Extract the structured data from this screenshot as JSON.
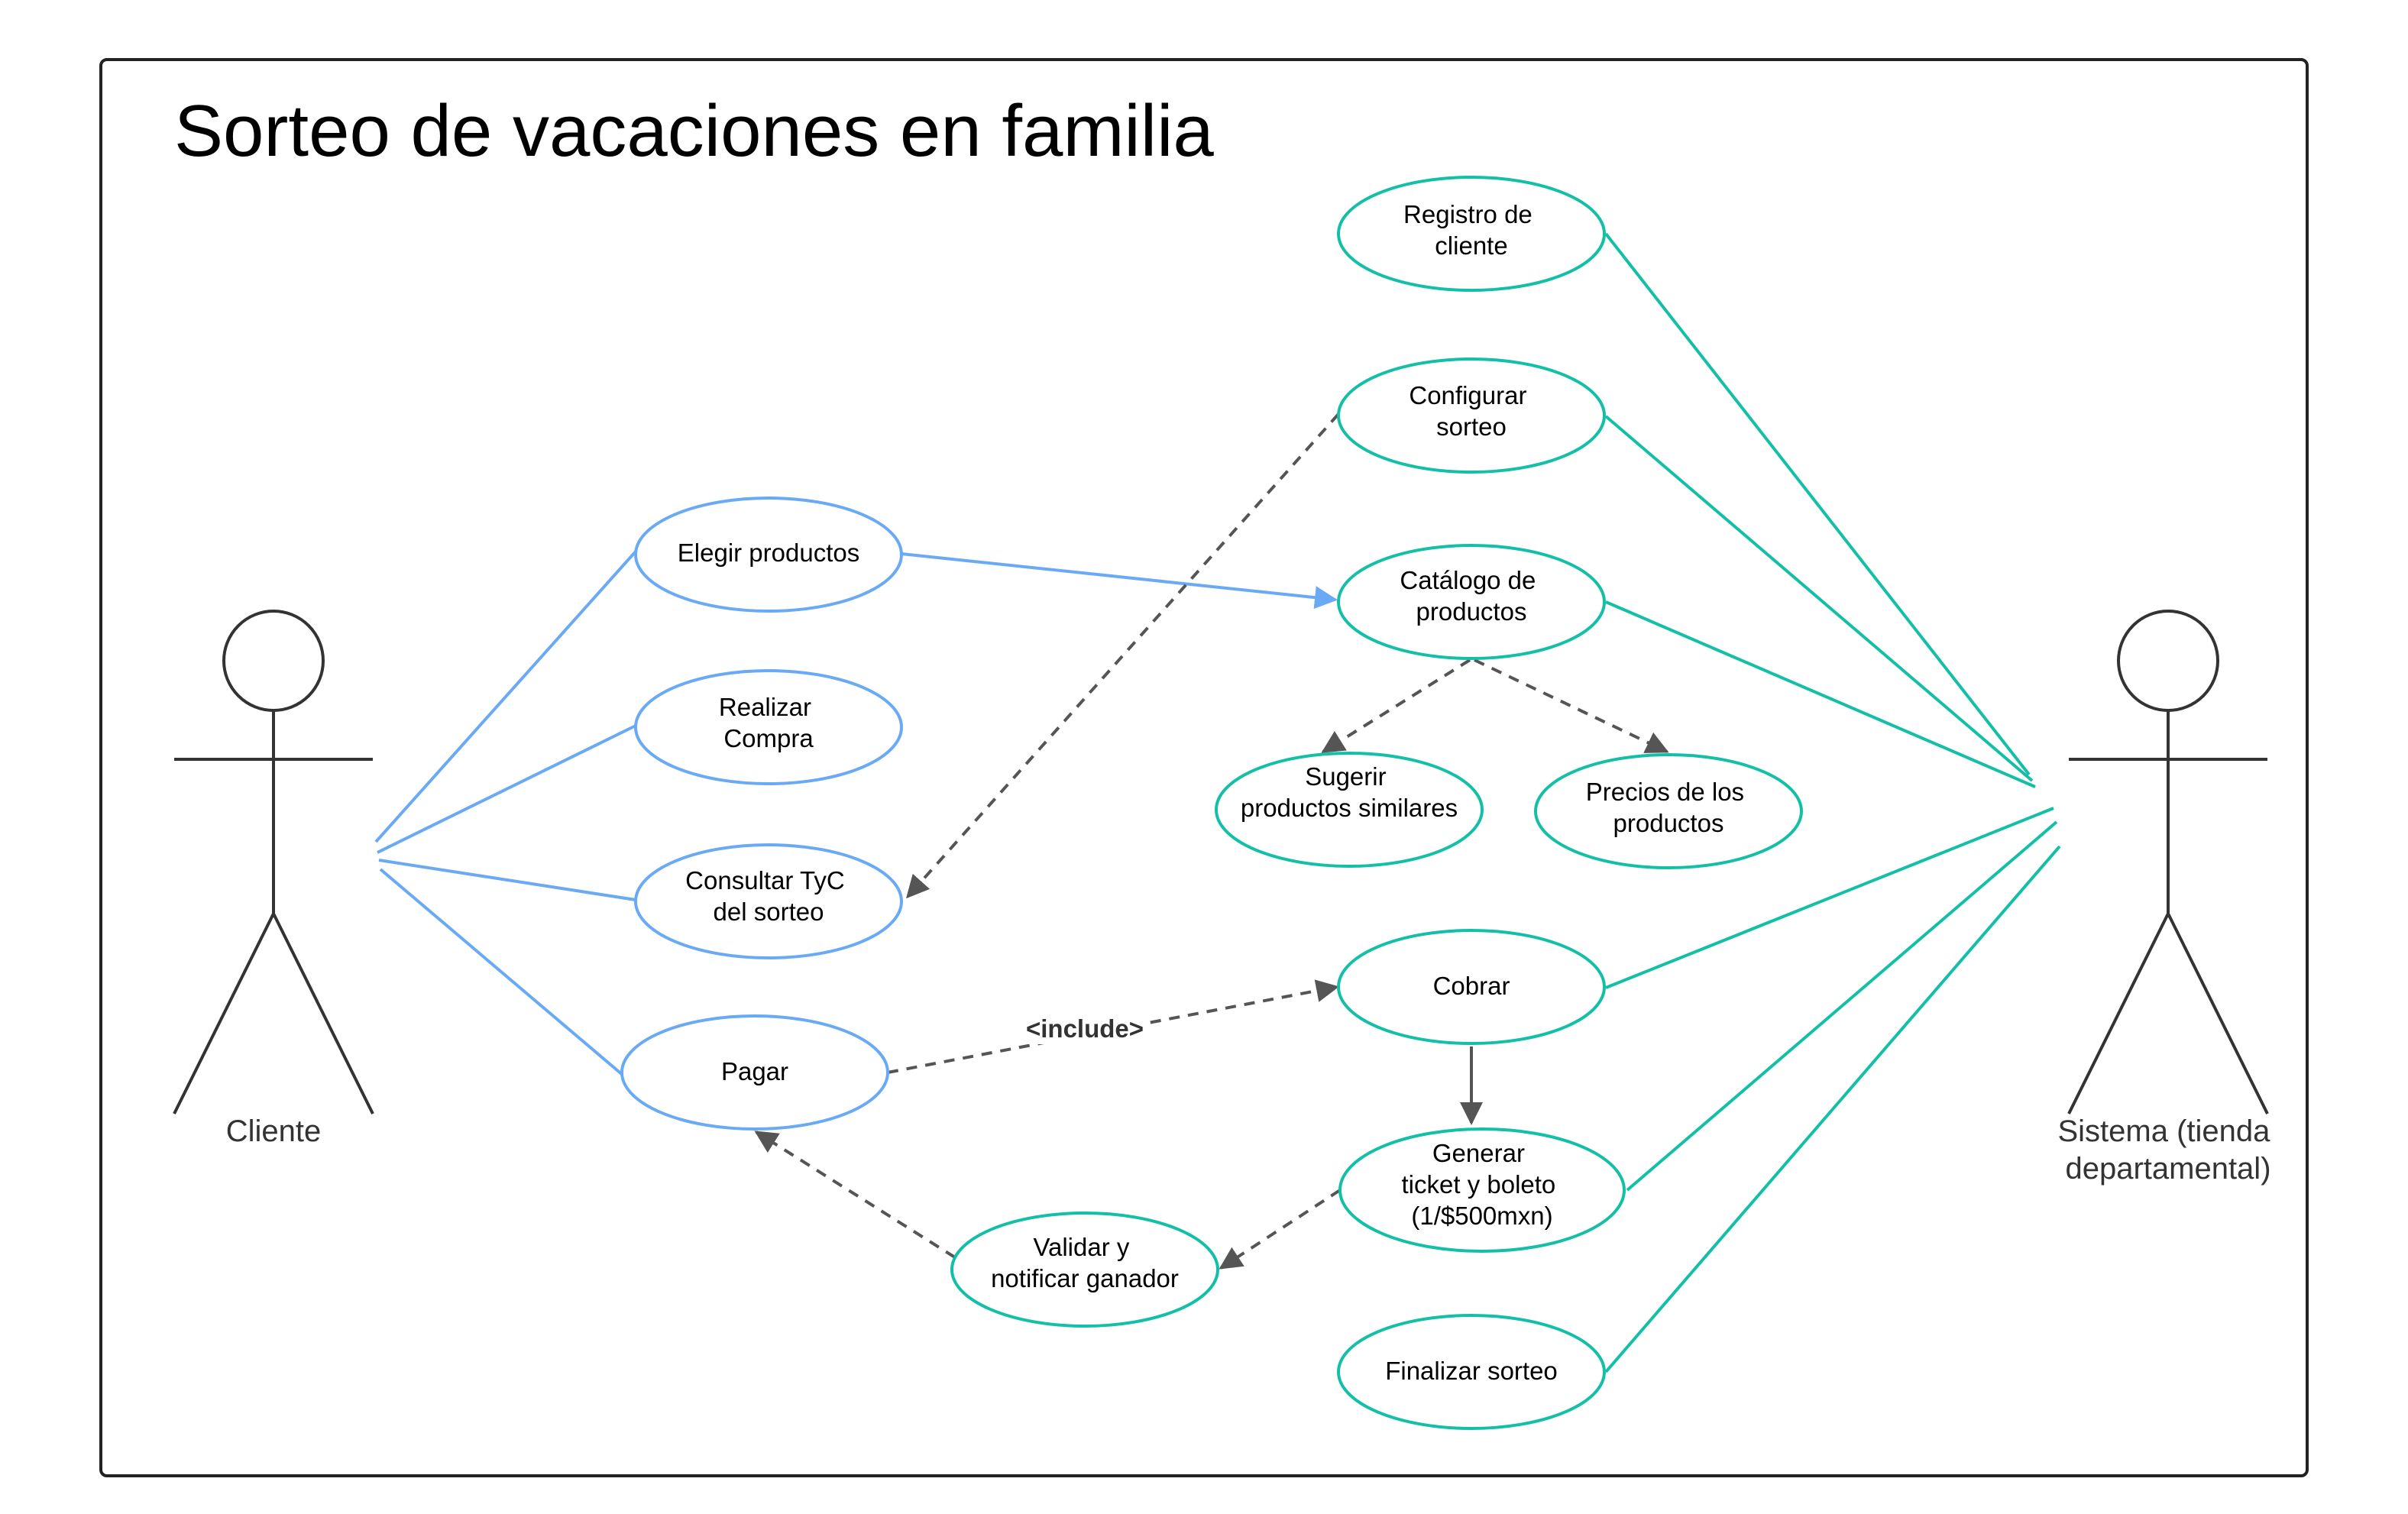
{
  "diagram": {
    "title": "Sorteo de vacaciones en familia",
    "actors": {
      "cliente": {
        "label_lines": [
          "Cliente"
        ]
      },
      "sistema": {
        "label_lines": [
          "Sistema (tienda",
          "departamental)"
        ]
      }
    },
    "use_cases": {
      "registro": {
        "lines": [
          "Registro de",
          "cliente"
        ]
      },
      "configurar": {
        "lines": [
          "Configurar",
          "sorteo"
        ]
      },
      "elegir": {
        "lines": [
          "Elegir productos"
        ]
      },
      "catalogo": {
        "lines": [
          "Catálogo de",
          "productos"
        ]
      },
      "realizar": {
        "lines": [
          "Realizar",
          "Compra"
        ]
      },
      "sugerir": {
        "lines": [
          "Sugerir",
          "productos similares"
        ]
      },
      "precios": {
        "lines": [
          "Precios de los",
          "productos"
        ]
      },
      "consultar": {
        "lines": [
          "Consultar TyC",
          "del sorteo"
        ]
      },
      "cobrar": {
        "lines": [
          "Cobrar"
        ]
      },
      "pagar": {
        "lines": [
          "Pagar"
        ]
      },
      "generar": {
        "lines": [
          "Generar",
          "ticket y boleto",
          "(1/$500mxn)"
        ]
      },
      "validar": {
        "lines": [
          "Validar y",
          "notificar ganador"
        ]
      },
      "finalizar": {
        "lines": [
          "Finalizar sorteo"
        ]
      }
    },
    "relationship_labels": {
      "include": "<include>"
    },
    "colors": {
      "client_side": "#6aaaf5",
      "system_side": "#13bfa6",
      "dependency": "#555555",
      "frame": "#222222",
      "actor": "#333333"
    }
  }
}
